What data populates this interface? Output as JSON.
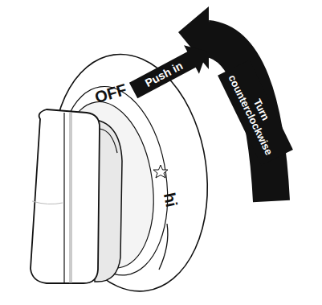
{
  "diagram": {
    "nodes": [
      {
        "text": [
          "Push in"
        ]
      },
      {
        "text": [
          "Turn counterclockwise"
        ]
      }
    ],
    "labels": [
      "OFF",
      "hi"
    ]
  }
}
